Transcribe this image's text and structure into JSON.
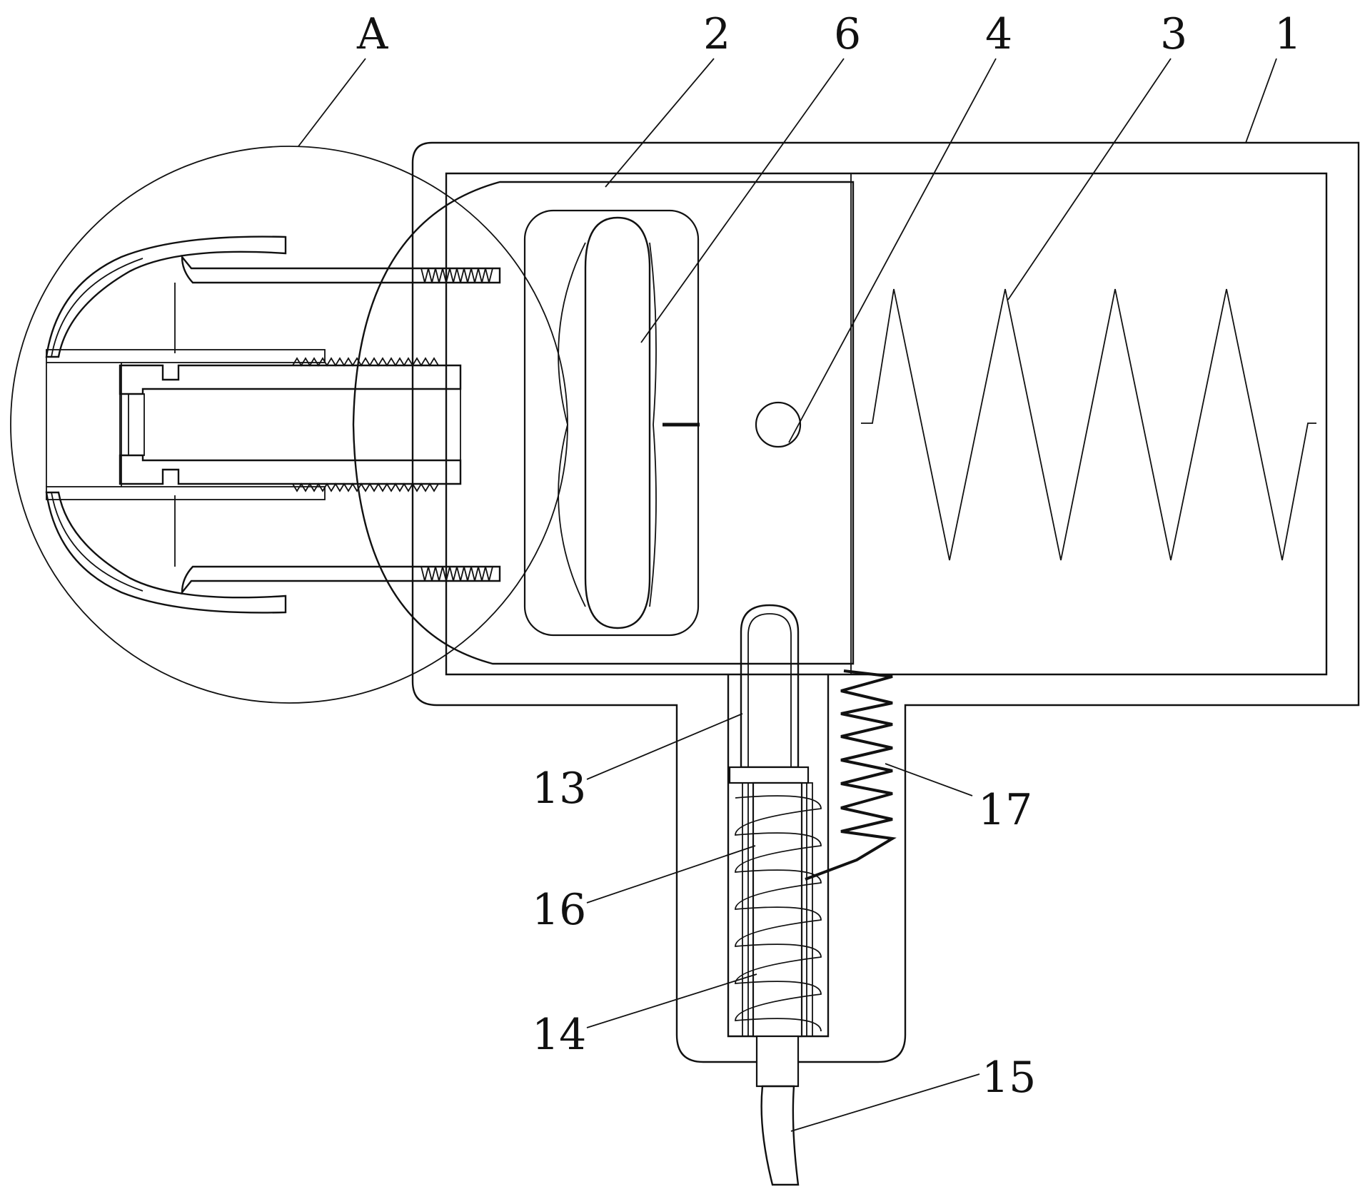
{
  "figure": {
    "labels": [
      {
        "id": "A",
        "text": "A"
      },
      {
        "id": "2",
        "text": "2"
      },
      {
        "id": "6",
        "text": "6"
      },
      {
        "id": "4",
        "text": "4"
      },
      {
        "id": "3",
        "text": "3"
      },
      {
        "id": "1",
        "text": "1"
      },
      {
        "id": "13",
        "text": "13"
      },
      {
        "id": "17",
        "text": "17"
      },
      {
        "id": "16",
        "text": "16"
      },
      {
        "id": "14",
        "text": "14"
      },
      {
        "id": "15",
        "text": "15"
      }
    ]
  }
}
